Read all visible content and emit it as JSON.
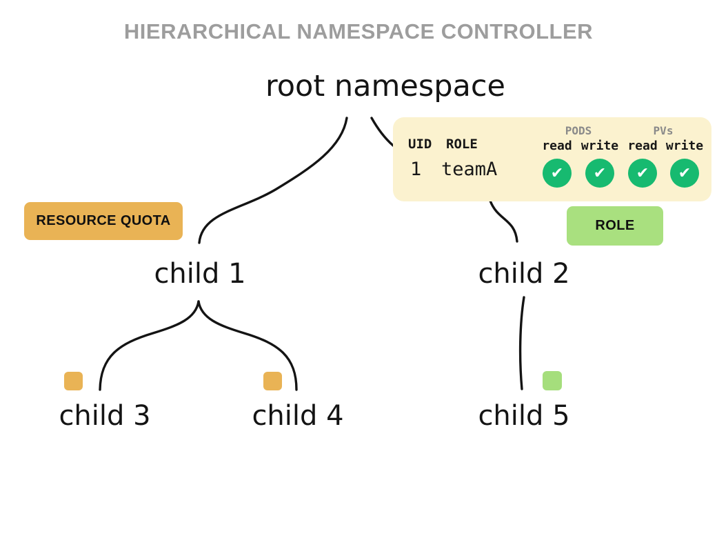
{
  "title": "HIERARCHICAL NAMESPACE CONTROLLER",
  "nodes": {
    "root": {
      "label": "root namespace"
    },
    "child1": {
      "label": "child 1"
    },
    "child2": {
      "label": "child 2"
    },
    "child3": {
      "label": "child 3"
    },
    "child4": {
      "label": "child 4"
    },
    "child5": {
      "label": "child 5"
    }
  },
  "badges": {
    "resource_quota": {
      "label": "RESOURCE QUOTA",
      "color": "#e9b355"
    },
    "role": {
      "label": "ROLE",
      "color": "#a9e07f"
    }
  },
  "markers": {
    "resource_quota_color": "#e9b355",
    "role_color": "#a5de7c"
  },
  "role_table": {
    "background": "#fbf2cf",
    "check_color": "#17ba70",
    "headers": {
      "uid": "UID",
      "role": "ROLE",
      "pods": "PODS",
      "pvs": "PVs",
      "read": "read",
      "write": "write"
    },
    "row": {
      "uid": "1",
      "role": "teamA",
      "pods_read": "✔",
      "pods_write": "✔",
      "pvs_read": "✔",
      "pvs_write": "✔"
    }
  },
  "colors": {
    "line": "#141414",
    "title": "#9d9d9d"
  }
}
